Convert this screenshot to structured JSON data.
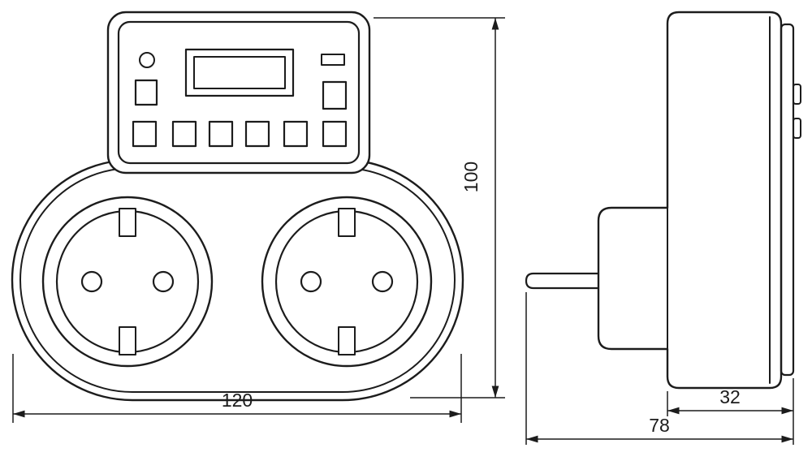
{
  "colors": {
    "background": "#ffffff",
    "line": "#1c1c1c"
  },
  "dimensions": {
    "front_width": "120",
    "front_height": "100",
    "side_depth_total": "78",
    "side_depth_body": "32"
  }
}
